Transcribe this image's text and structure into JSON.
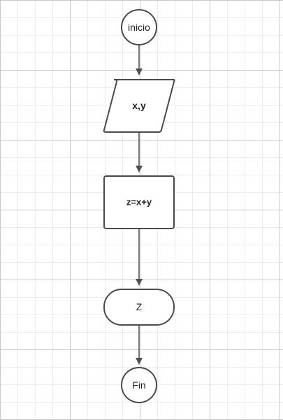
{
  "flowchart": {
    "nodes": [
      {
        "id": "start",
        "shape": "circle",
        "label": "inicio"
      },
      {
        "id": "input",
        "shape": "parallelogram",
        "label": "x,y"
      },
      {
        "id": "process",
        "shape": "rectangle",
        "label": "z=x+y"
      },
      {
        "id": "output",
        "shape": "terminal",
        "label": "Z"
      },
      {
        "id": "end",
        "shape": "circle",
        "label": "Fin"
      }
    ],
    "edges": [
      {
        "from": "start",
        "to": "input"
      },
      {
        "from": "input",
        "to": "process"
      },
      {
        "from": "process",
        "to": "output"
      },
      {
        "from": "output",
        "to": "end"
      }
    ]
  },
  "colors": {
    "stroke": "#4a4a4a",
    "connector": "#505050",
    "grid_major": "#c9c9c9",
    "grid_minor": "#ececec",
    "text": "#222222"
  }
}
